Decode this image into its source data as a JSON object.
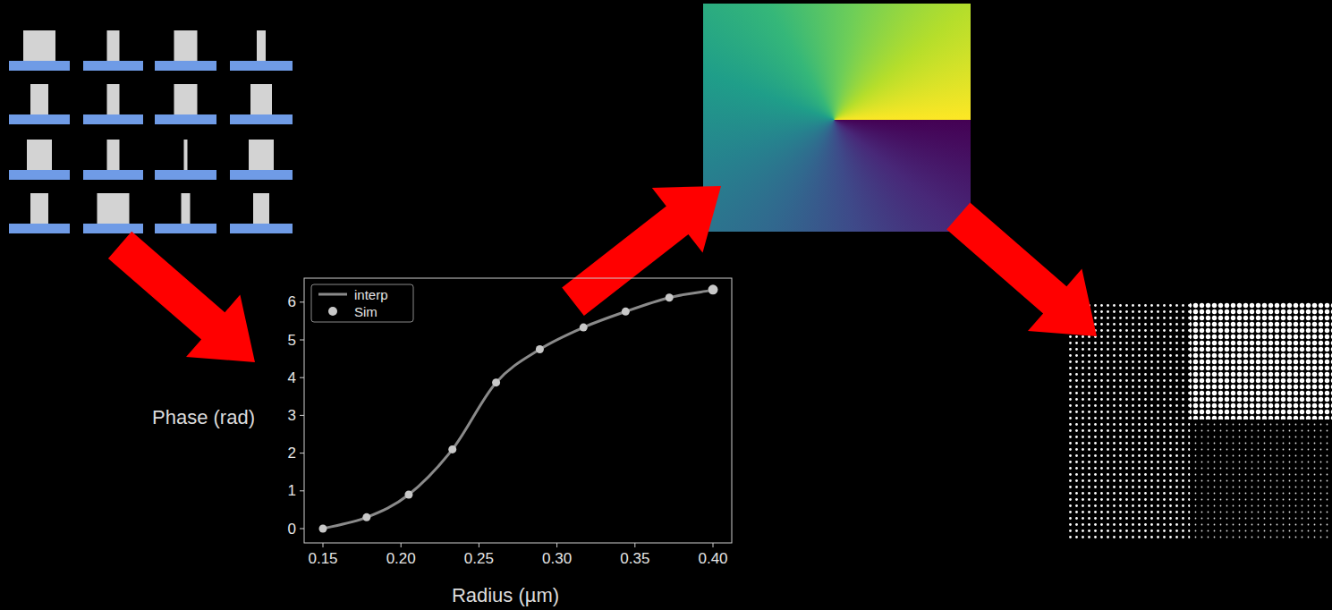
{
  "diagram": {
    "labels": [
      "Phase (rad)",
      "Radius (µm)",
      "0",
      "1",
      "2",
      "3",
      "4",
      "5",
      "6",
      "0.15",
      "0.20",
      "0.25",
      "0.30",
      "0.35",
      "0.40"
    ],
    "legend": [
      {
        "text": "interp"
      },
      {
        "text": "Sim"
      }
    ]
  }
}
